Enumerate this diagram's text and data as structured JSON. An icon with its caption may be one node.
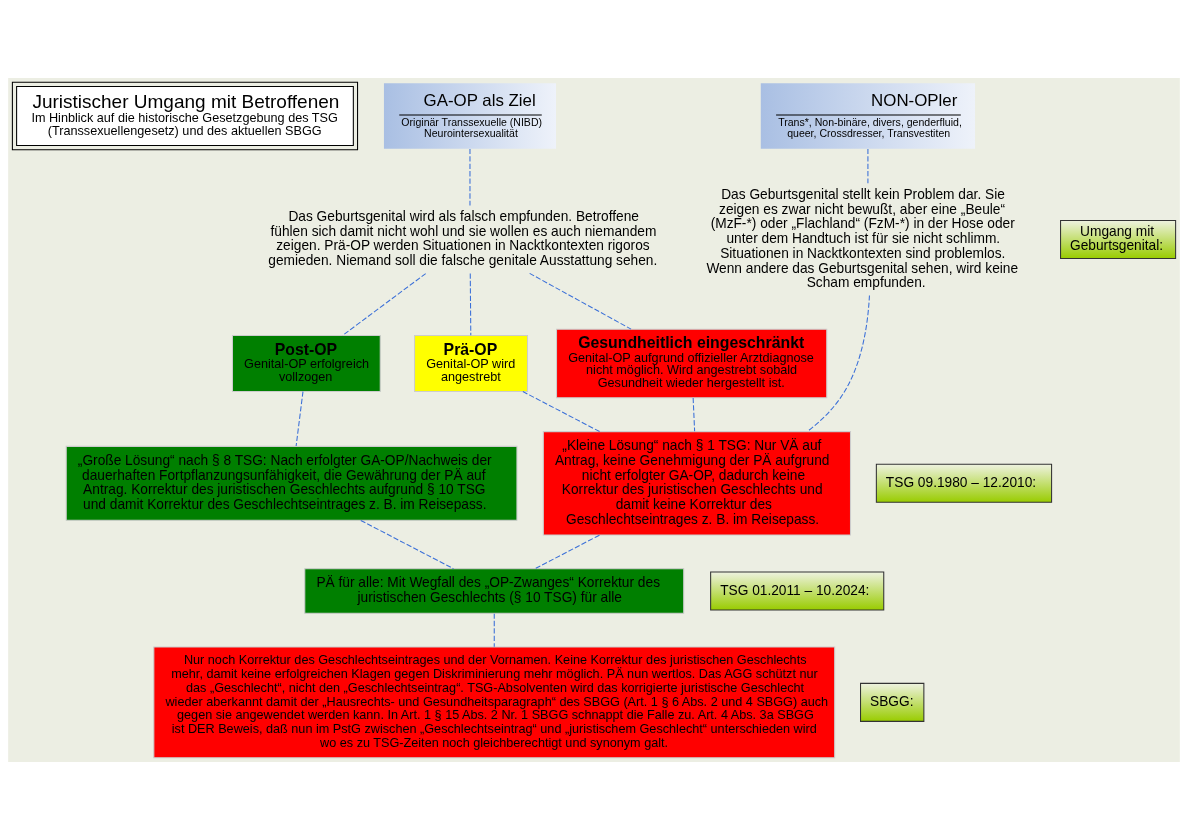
{
  "diagram": {
    "nodes": [
      {
        "text": [
          "Juristischer Umgang mit Betroffenen",
          "Im Hinblick auf die historische Gesetzgebung des TSG (Transsexuellengesetz) und des aktuellen SBGG"
        ]
      },
      {
        "text": [
          "GA-OP als Ziel",
          "Originär Transsexuelle (NIBD) Neurointersexualität"
        ]
      },
      {
        "text": [
          "NON-OPler",
          "Trans*, Non-binäre, divers, genderfluid, queer, Crossdresser, Transvestiten"
        ]
      },
      {
        "text": [
          "Umgang mit Geburtsgenital:"
        ]
      },
      {
        "text": [
          "Das Geburtsgenital wird als falsch empfunden. Betroffene fühlen sich damit nicht wohl und sie wollen es auch niemandem zeigen. Prä-OP werden Situationen in Nacktkontexten rigoros gemieden. Niemand soll die falsche genitale Ausstattung sehen."
        ]
      },
      {
        "text": [
          "Das Geburtsgenital stellt kein Problem dar. Sie zeigen es zwar nicht bewußt, aber eine „Beule“ (MzF-*) oder „Flachland“ (FzM-*) in der Hose oder unter dem Handtuch ist für sie nicht schlimm. Situationen in Nacktkontexten sind problemlos. Wenn andere das Geburtsgenital sehen, wird keine Scham empfunden."
        ]
      },
      {
        "text": [
          "Post-OP",
          "Genital-OP erfolgreich vollzogen"
        ]
      },
      {
        "text": [
          "Prä-OP",
          "Genital-OP wird angestrebt"
        ]
      },
      {
        "text": [
          "Gesundheitlich eingeschränkt",
          "Genital-OP aufgrund offizieller Arztdiagnose nicht möglich. Wird angestrebt sobald Gesundheit wieder hergestellt ist."
        ]
      },
      {
        "text": [
          "TSG 09.1980 – 12.2010:"
        ]
      },
      {
        "text": [
          "„Große Lösung“ nach § 8 TSG: Nach erfolgter GA-OP/Nachweis der dauerhaften Fortpflanzungsunfähigkeit, die Gewährung der PÄ auf Antrag. Korrektur des juristischen Geschlechts aufgrund § 10 TSG und damit Korrektur des Geschlechtseintrages z. B. im Reisepass."
        ]
      },
      {
        "text": [
          "„Kleine Lösung“ nach § 1 TSG: Nur VÄ auf Antrag, keine Genehmigung der PÄ aufgrund nicht erfolgter GA-OP, dadurch keine Korrektur des juristischen Geschlechts und damit keine Korrektur des Geschlechtseintrages z. B. im Reisepass."
        ]
      },
      {
        "text": [
          "TSG 01.2011 – 10.2024:"
        ]
      },
      {
        "text": [
          "PÄ für alle: Mit Wegfall des „OP-Zwanges“ Korrektur des juristischen Geschlechts (§ 10 TSG) für alle"
        ]
      },
      {
        "text": [
          "SBGG:"
        ]
      },
      {
        "text": [
          "Nur noch Korrektur des Geschlechtseintrages und der Vornamen. Keine Korrektur des juristischen Geschlechts mehr, damit keine erfolgreichen Klagen gegen Diskriminierung mehr möglich. PÄ nun wertlos. Das AGG schützt nur das „Geschlecht“, nicht den „Geschlechtseintrag“. TSG-Absolventen wird das korrigierte juristische Geschlecht wieder aberkannt damit der „Hausrechts- und Gesundheitsparagraph“ des SBGG (Art. 1 § 6 Abs. 2 und 4 SBGG) auch gegen sie angewendet werden kann. In Art. 1 § 15 Abs. 2 Nr. 1 SBGG schnappt die Falle zu. Art. 4 Abs. 3a SBGG ist DER Beweis, daß nun im PstG zwischen „Geschlechtseintrag“ und „juristischem Geschlecht“ unterschieden wird wo es zu TSG-Zeiten noch gleichberechtigt und synonym galt."
        ]
      }
    ],
    "edges": [
      {
        "from": 1,
        "to": 4,
        "arrow": "none",
        "style": "dashed"
      },
      {
        "from": 2,
        "to": 5,
        "arrow": "none",
        "style": "dashed"
      },
      {
        "from": 4,
        "to": 6,
        "arrow": "none",
        "style": "dashed"
      },
      {
        "from": 4,
        "to": 7,
        "arrow": "none",
        "style": "dashed"
      },
      {
        "from": 4,
        "to": 8,
        "arrow": "none",
        "style": "dashed"
      },
      {
        "from": 6,
        "to": 10,
        "arrow": "none",
        "style": "dashed"
      },
      {
        "from": 7,
        "to": 11,
        "arrow": "none",
        "style": "dashed"
      },
      {
        "from": 8,
        "to": 11,
        "arrow": "none",
        "style": "dashed"
      },
      {
        "from": 5,
        "to": 11,
        "arrow": "none",
        "style": "dashed"
      },
      {
        "from": 10,
        "to": 13,
        "arrow": "none",
        "style": "dashed"
      },
      {
        "from": 11,
        "to": 13,
        "arrow": "none",
        "style": "dashed"
      },
      {
        "from": 13,
        "to": 15,
        "arrow": "none",
        "style": "dashed"
      }
    ]
  }
}
